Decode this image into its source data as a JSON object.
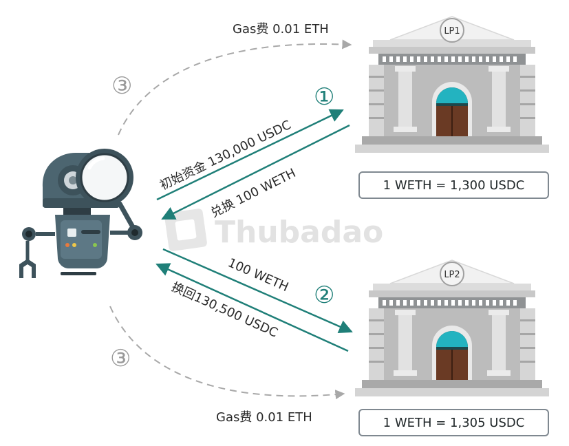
{
  "colors": {
    "teal": "#1f7f78",
    "dashed": "#a8a8a8",
    "bank_roof": "#f2f2f2",
    "bank_column": "#d9d9d9",
    "door_arch": "#23b3c0",
    "door": "#6a3a24",
    "robot_body": "#4c6570",
    "watermark": "#e2e2e2"
  },
  "watermark": {
    "text": "Thubadao"
  },
  "lp1": {
    "badge": "LP1",
    "price": "1 WETH = 1,300 USDC"
  },
  "lp2": {
    "badge": "LP2",
    "price": "1 WETH = 1,305 USDC"
  },
  "gas_top": "Gas费 0.01 ETH",
  "gas_bottom": "Gas费 0.01 ETH",
  "step_1": "①",
  "step_2": "②",
  "step_3_top": "③",
  "step_3_bottom": "③",
  "flows": {
    "initial_funds": "初始资金 130,000 USDC",
    "swap_out": "兑换 100 WETH",
    "send_weth": "100 WETH",
    "swap_back": "换回130,500 USDC"
  },
  "icons": {
    "robot": "robot-magnifier-icon",
    "bank": "bank-building-icon"
  }
}
